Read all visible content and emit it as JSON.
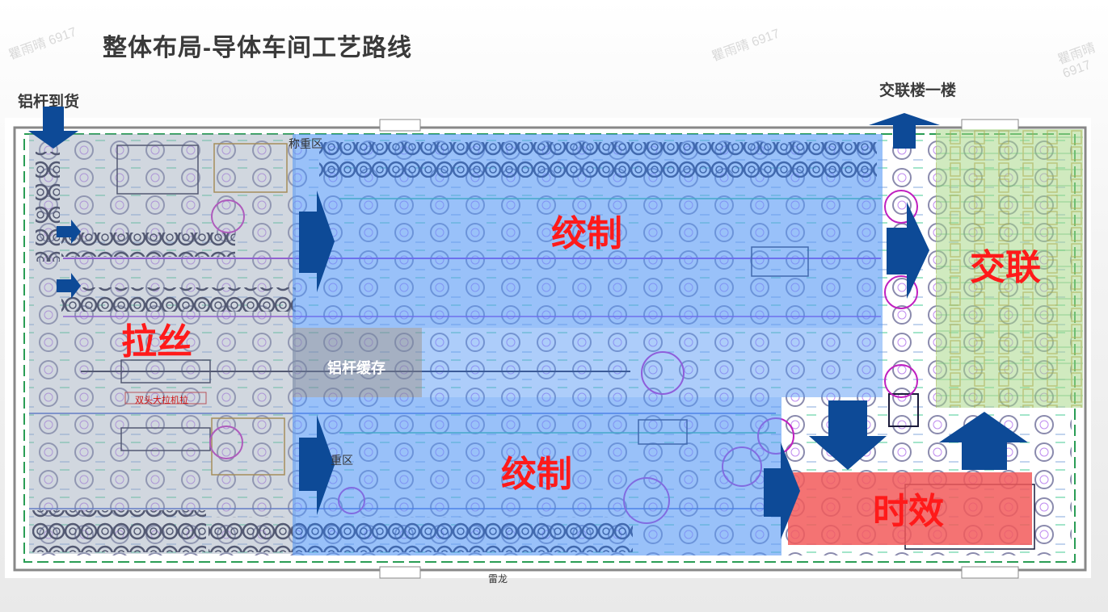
{
  "title": "整体布局-导体车间工艺路线",
  "labels": {
    "aluminum_arrival": "铝杆到货",
    "xlpe_first_floor": "交联楼一楼"
  },
  "zones": {
    "drawing": "拉丝",
    "stranding_top": "绞制",
    "stranding_bottom": "绞制",
    "crosslink": "交联",
    "aging": "时效",
    "rod_buffer": "铝杆缓存"
  },
  "plan_text": {
    "weigh_area": "称重区",
    "weigh_area_short": "重区",
    "drawing_machine": "双头大拉机拉",
    "bottom_label": "雷龙"
  },
  "watermark": "瞿雨晴 6917",
  "colors": {
    "blue_overlay": "#5b9bf5",
    "green_overlay": "#a9d98a",
    "red_overlay": "#f25a5a",
    "gray_overlay": "#9aa6b8",
    "arrow": "#0d4a97",
    "zone_text": "#ff1a1a"
  }
}
